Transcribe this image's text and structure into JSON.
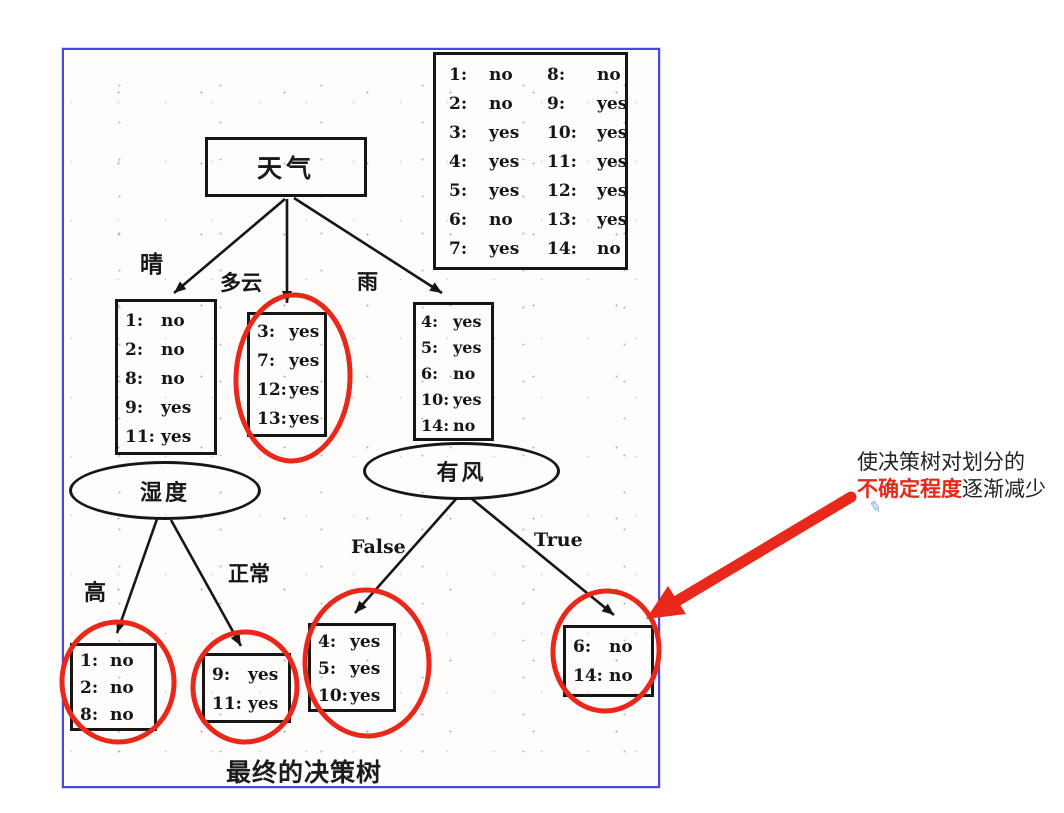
{
  "colors": {
    "frame_border_blue": "#4747dd",
    "annotation_red": "#e8281a",
    "ink_black": "#1a1a1a",
    "pen_blue": "#6ea7e0"
  },
  "figure": {
    "caption": "最终的决策树",
    "sample_table": {
      "rows": [
        [
          [
            "1:",
            "no"
          ],
          [
            "8:",
            "no"
          ]
        ],
        [
          [
            "2:",
            "no"
          ],
          [
            "9:",
            "yes"
          ]
        ],
        [
          [
            "3:",
            "yes"
          ],
          [
            "10:",
            "yes"
          ]
        ],
        [
          [
            "4:",
            "yes"
          ],
          [
            "11:",
            "yes"
          ]
        ],
        [
          [
            "5:",
            "yes"
          ],
          [
            "12:",
            "yes"
          ]
        ],
        [
          [
            "6:",
            "no"
          ],
          [
            "13:",
            "yes"
          ]
        ],
        [
          [
            "7:",
            "yes"
          ],
          [
            "14:",
            "no"
          ]
        ]
      ]
    },
    "root_label": "天气",
    "decision_nodes": {
      "humidity": "湿度",
      "windy": "有风"
    },
    "branch_labels": {
      "sunny": "晴",
      "cloudy": "多云",
      "rain": "雨",
      "high": "高",
      "normal": "正常",
      "windy_false": "False",
      "windy_true": "True"
    },
    "nodes": {
      "sunny": {
        "lines": [
          [
            "1:",
            "no"
          ],
          [
            "2:",
            "no"
          ],
          [
            "8:",
            "no"
          ],
          [
            "9:",
            "yes"
          ],
          [
            "11:",
            "yes"
          ]
        ]
      },
      "cloudy": {
        "lines": [
          [
            "3:",
            "yes"
          ],
          [
            "7:",
            "yes"
          ],
          [
            "12:",
            "yes"
          ],
          [
            "13:",
            "yes"
          ]
        ]
      },
      "rain": {
        "lines": [
          [
            "4:",
            "yes"
          ],
          [
            "5:",
            "yes"
          ],
          [
            "6:",
            "no"
          ],
          [
            "10:",
            "yes"
          ],
          [
            "14:",
            "no"
          ]
        ]
      },
      "humidity_high": {
        "lines": [
          [
            "1:",
            "no"
          ],
          [
            "2:",
            "no"
          ],
          [
            "8:",
            "no"
          ]
        ]
      },
      "humidity_normal": {
        "lines": [
          [
            "9:",
            "yes"
          ],
          [
            "11:",
            "yes"
          ]
        ]
      },
      "windy_false": {
        "lines": [
          [
            "4:",
            "yes"
          ],
          [
            "5:",
            "yes"
          ],
          [
            "10:",
            "yes"
          ]
        ]
      },
      "windy_true": {
        "lines": [
          [
            "6:",
            "no"
          ],
          [
            "14:",
            "no"
          ]
        ]
      }
    }
  },
  "annotation": {
    "line1": "使决策树对划分的",
    "emphasis": "不确定程度",
    "line2_rest": "逐渐减少",
    "pen_icon": "✎"
  }
}
